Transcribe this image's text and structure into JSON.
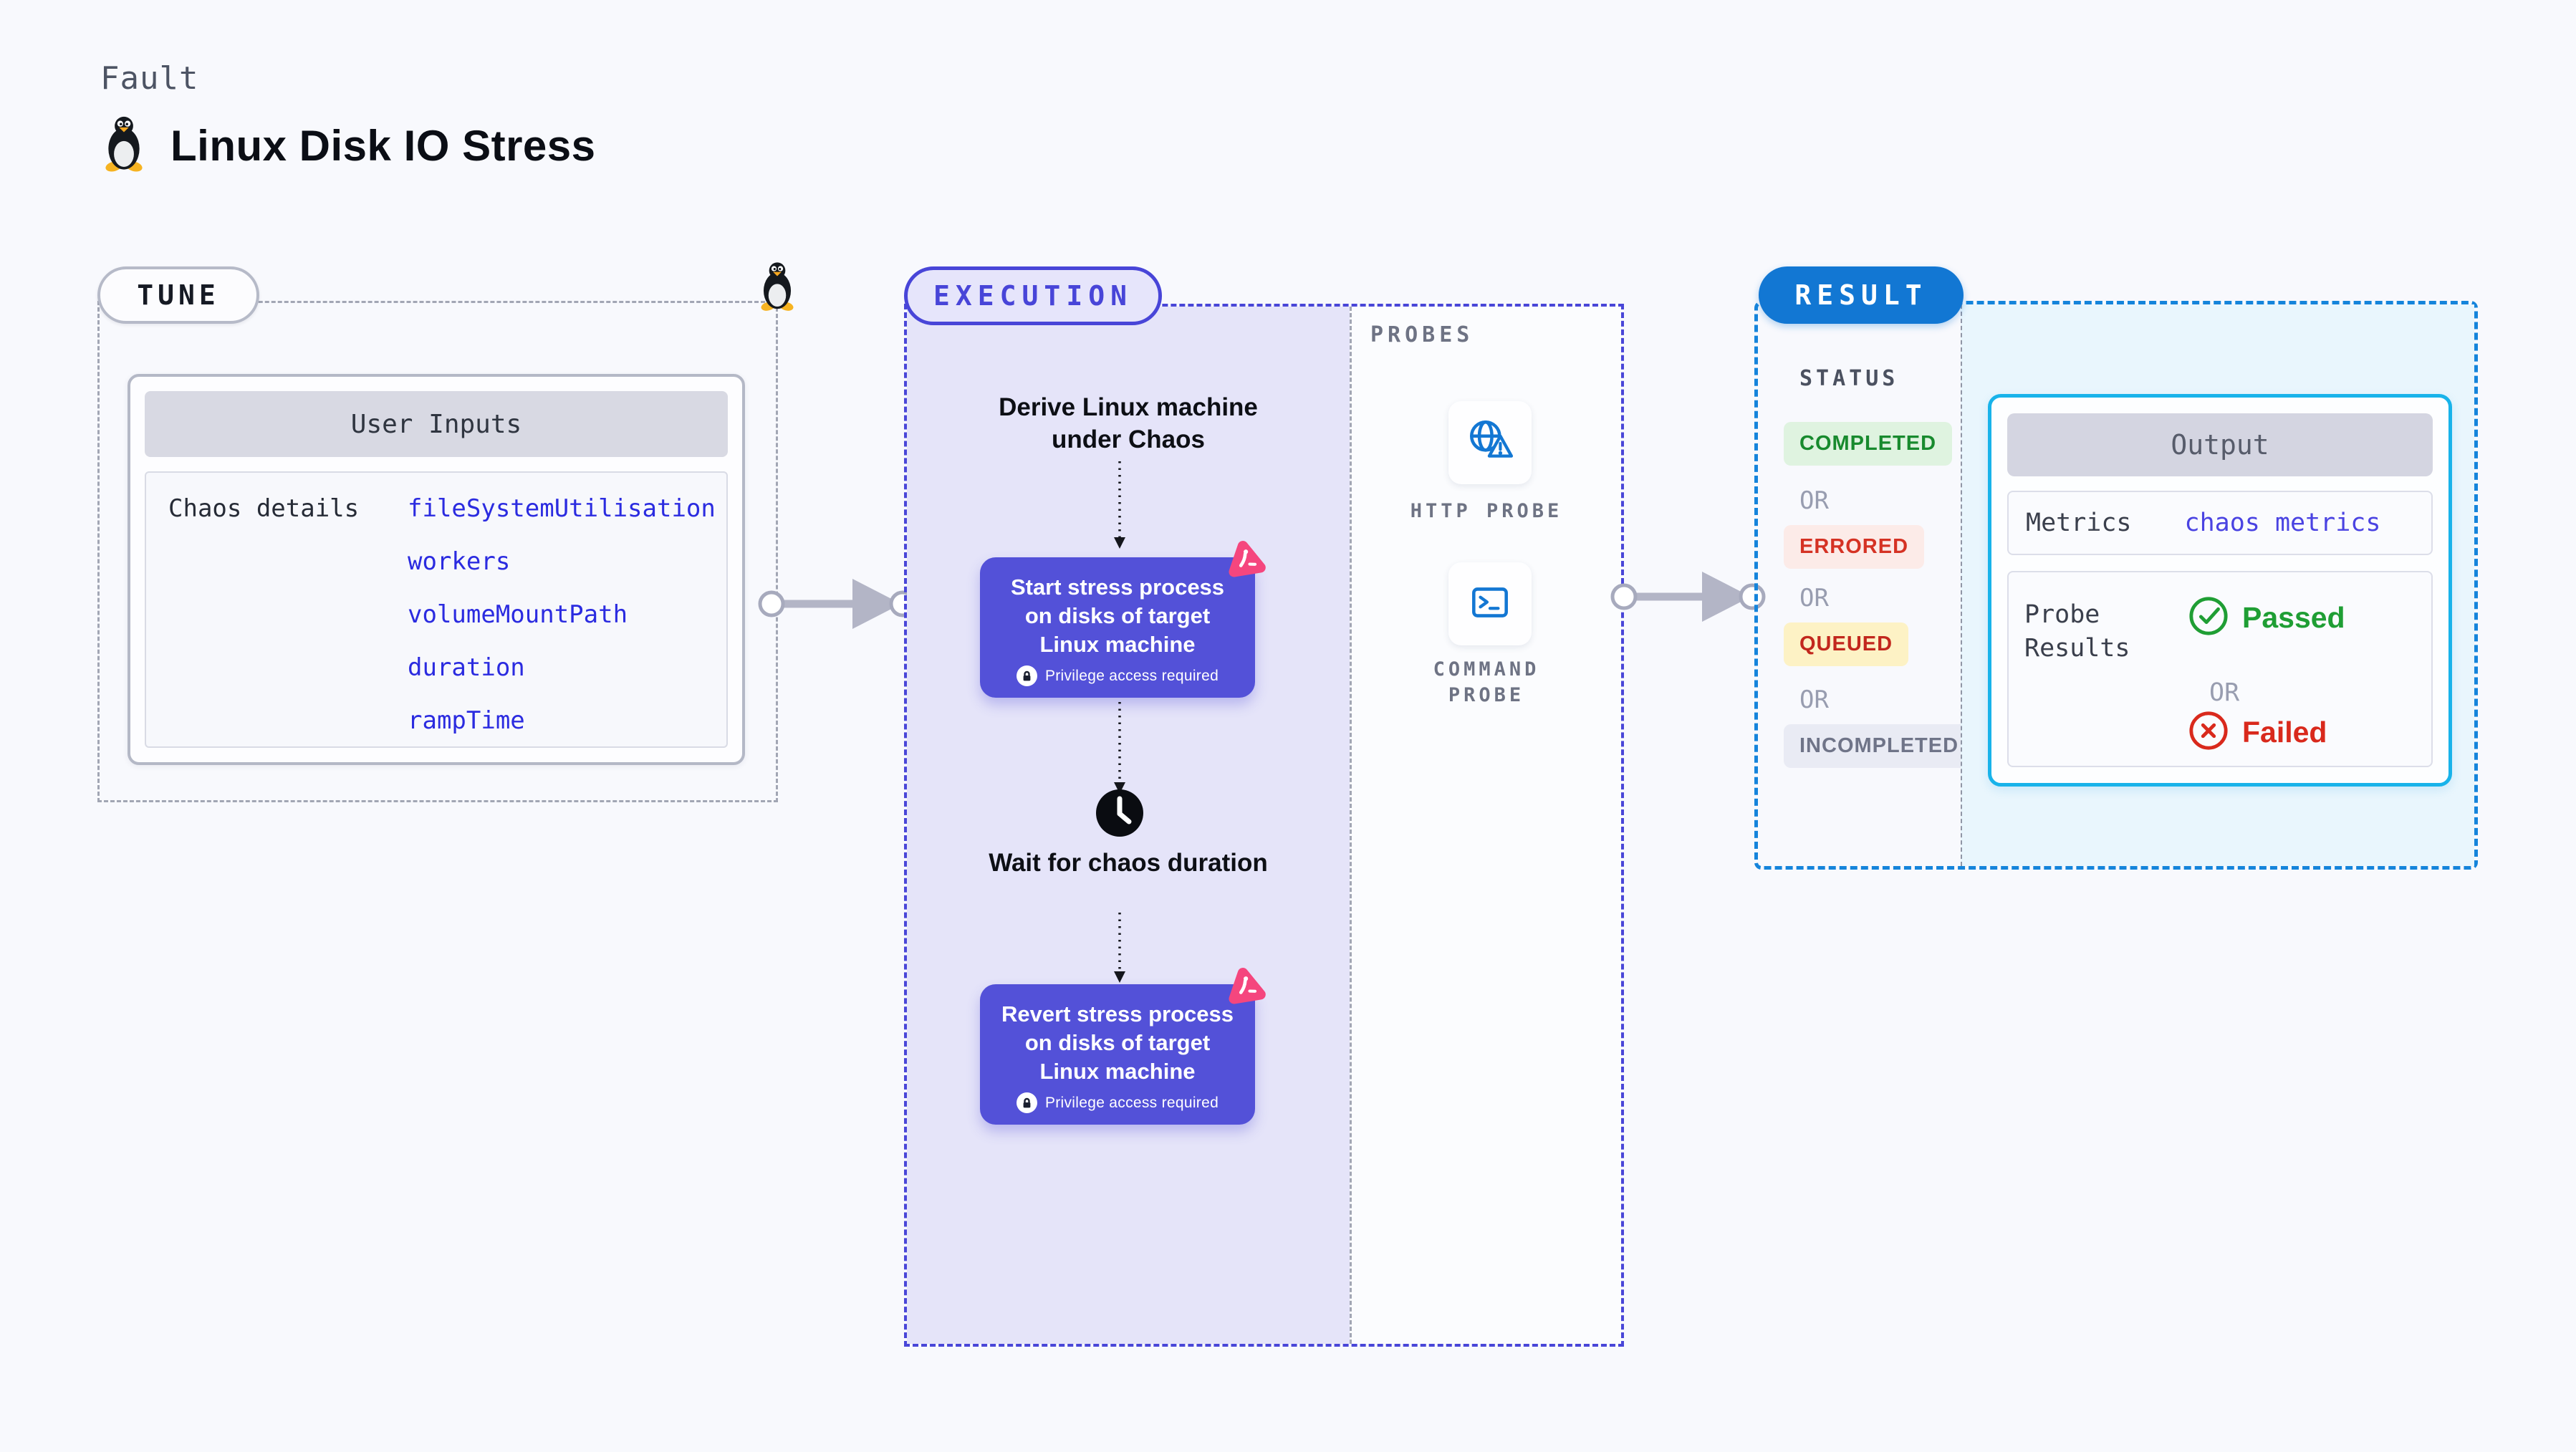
{
  "header": {
    "kicker": "Fault",
    "title": "Linux Disk IO Stress"
  },
  "tune": {
    "badge": "TUNE",
    "card_title": "User Inputs",
    "row_label": "Chaos details",
    "inputs": [
      "fileSystemUtilisation",
      "workers",
      "volumeMountPath",
      "duration",
      "rampTime"
    ]
  },
  "execution": {
    "badge": "EXECUTION",
    "steps": {
      "derive": "Derive Linux machine under Chaos",
      "start": "Start stress process on disks of target Linux machine",
      "wait": "Wait for chaos duration",
      "revert": "Revert stress process on disks of target Linux machine"
    },
    "privilege_note": "Privilege access required"
  },
  "probes": {
    "label": "PROBES",
    "items": [
      {
        "label": "HTTP PROBE",
        "icon": "globe-warning-icon"
      },
      {
        "label": "COMMAND PROBE",
        "icon": "terminal-icon"
      }
    ]
  },
  "result": {
    "badge": "RESULT",
    "status_label": "STATUS",
    "or_label": "OR",
    "statuses": [
      {
        "label": "COMPLETED",
        "bg": "#DFF3E0",
        "color": "#188A2E"
      },
      {
        "label": "ERRORED",
        "bg": "#FCEBE8",
        "color": "#D53224"
      },
      {
        "label": "QUEUED",
        "bg": "#FDF2C5",
        "color": "#C2271D"
      },
      {
        "label": "INCOMPLETED",
        "bg": "#E9EBF4",
        "color": "#6F7488"
      }
    ],
    "output": {
      "title": "Output",
      "metrics_label": "Metrics",
      "metrics_value": "chaos metrics",
      "probe_results_label": "Probe Results",
      "passed": "Passed",
      "failed": "Failed"
    }
  },
  "colors": {
    "page_bg": "#F8F9FD",
    "execution_accent": "#4845D8",
    "execution_pane_bg": "#E5E4F9",
    "chaos_node_bg": "#5351D8",
    "chaos_logo_pink": "#F5467E",
    "link_blue": "#2B2BE0",
    "probe_icon_blue": "#1377D3",
    "result_accent": "#1277D3",
    "result_pane_bg": "#E9F6FD",
    "output_border": "#18B3EA",
    "passed_green": "#1F9E34",
    "failed_red": "#D9291C",
    "or_gray": "#989DB0"
  }
}
